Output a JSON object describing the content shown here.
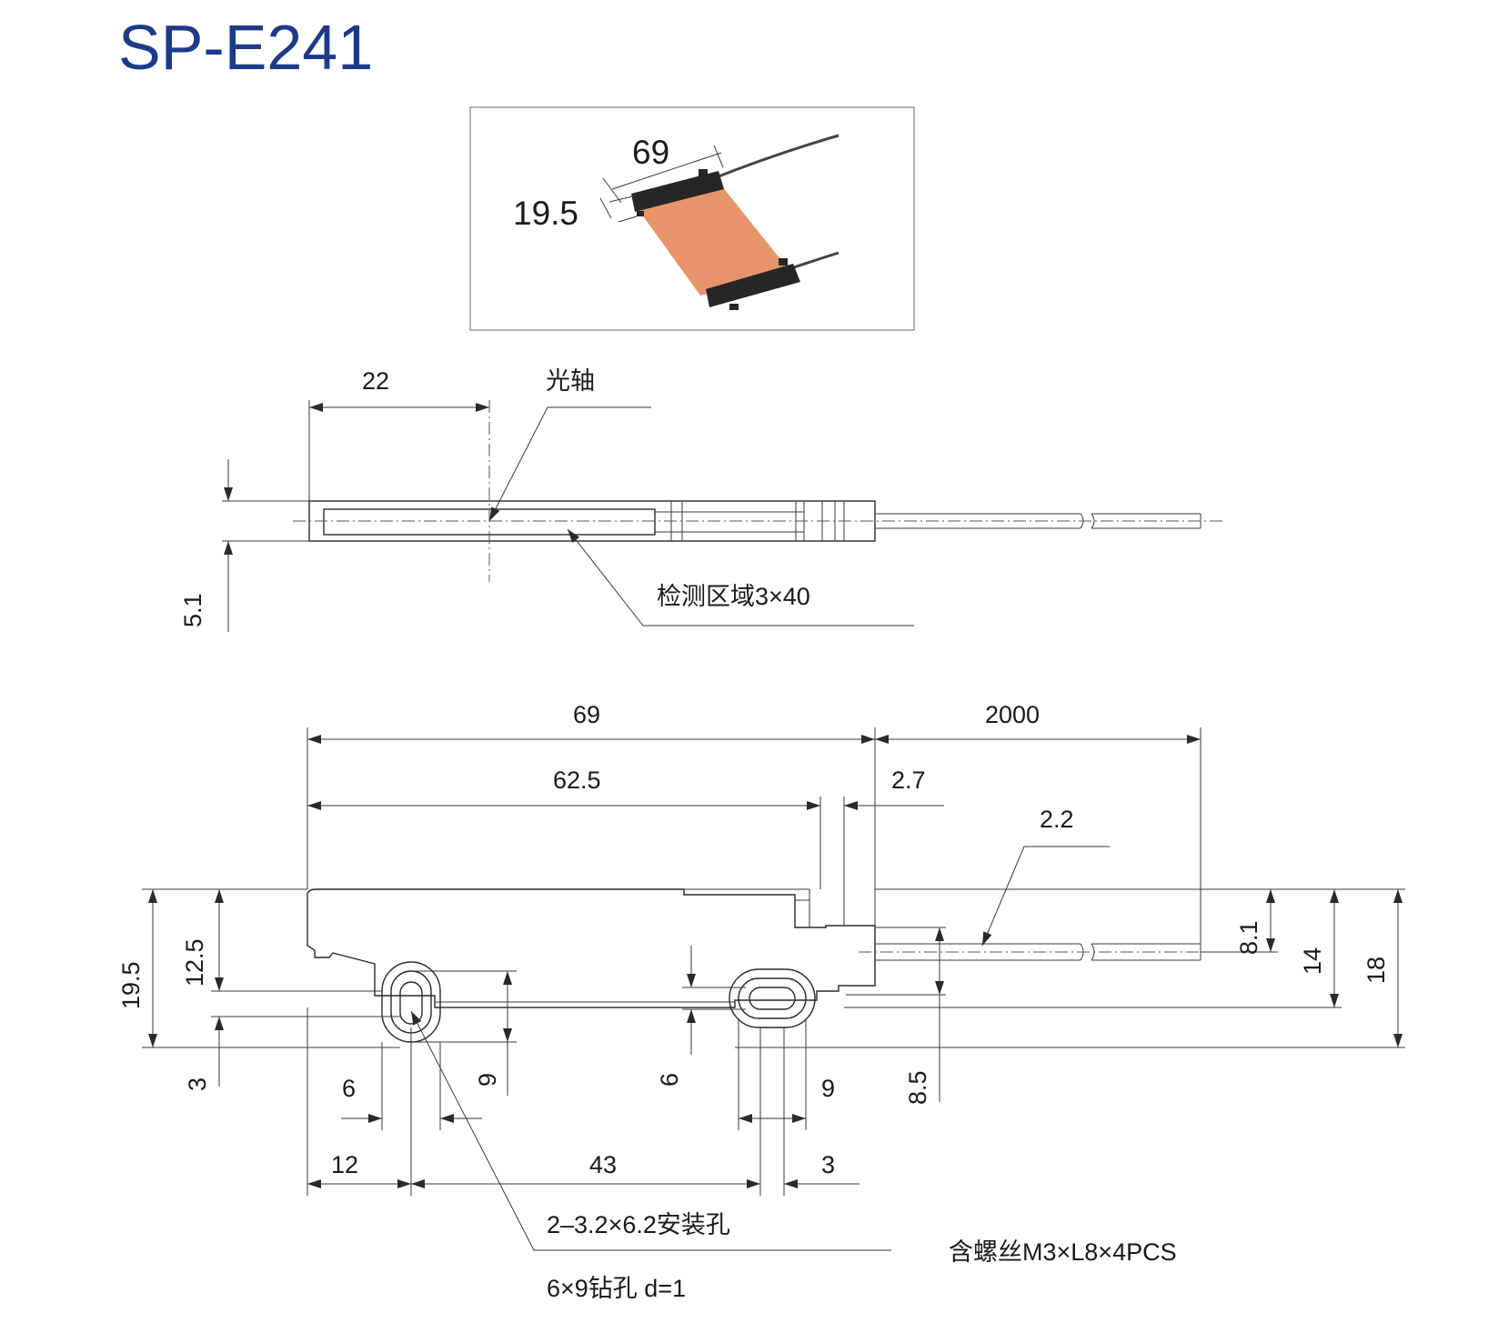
{
  "title": "SP-E241",
  "photo": {
    "length_label": "69",
    "height_label": "19.5",
    "colors": {
      "sensing_face": "#e8946a",
      "body": "#262626",
      "frame": "#9a9a9a"
    }
  },
  "side_view": {
    "offset_label": "22",
    "optical_axis_label": "光轴",
    "thickness_label": "5.1",
    "detection_area_label": "检测区域3×40"
  },
  "front_view": {
    "overall_length_label": "69",
    "cable_length_label": "2000",
    "body_length_label": "62.5",
    "step_label": "2.7",
    "cable_dia_label": "2.2",
    "height_19_5_label": "19.5",
    "height_12_5_label": "12.5",
    "bottom_3_label": "3",
    "slot_width_6_label": "6",
    "slot_height_9_label": "9",
    "hole2_6_label": "6",
    "hole2_9_label": "9",
    "pos_12_label": "12",
    "pos_43_label": "43",
    "pos_3_label": "3",
    "cable_height_8_5_label": "8.5",
    "right_8_1_label": "8.1",
    "right_14_label": "14",
    "right_18_label": "18",
    "mount_hole_note": "2–3.2×6.2安装孔",
    "drill_note": "6×9钻孔 d=1",
    "screw_note": "含螺丝M3×L8×4PCS"
  }
}
